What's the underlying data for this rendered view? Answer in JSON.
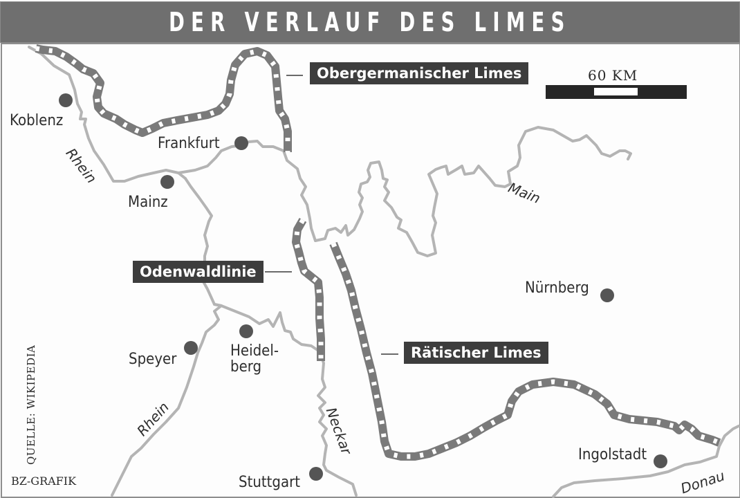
{
  "header": {
    "title": "DER VERLAUF DES LIMES"
  },
  "scale": {
    "label": "60 KM"
  },
  "limes_labels": {
    "obergermanisch": "Obergermanischer Limes",
    "odenwald": "Odenwaldlinie",
    "raetisch": "Rätischer Limes"
  },
  "cities": {
    "koblenz": "Koblenz",
    "frankfurt": "Frankfurt",
    "mainz": "Mainz",
    "nuernberg": "Nürnberg",
    "speyer": "Speyer",
    "heidelberg_1": "Heidel-",
    "heidelberg_2": "berg",
    "stuttgart": "Stuttgart",
    "ingolstadt": "Ingolstadt"
  },
  "rivers": {
    "rhein_north": "Rhein",
    "rhein_south": "Rhein",
    "main": "Main",
    "neckar": "Neckar",
    "donau": "Donau"
  },
  "footer": {
    "source": "QUELLE: WIKIPEDIA",
    "credit": "BZ-GRAFIK"
  },
  "colors": {
    "title_bar": "#6f6f6f",
    "limes": "#7a7a7a",
    "river": "#b4b4b4",
    "city_dot": "#555555",
    "label_box": "#3d3d3d"
  }
}
